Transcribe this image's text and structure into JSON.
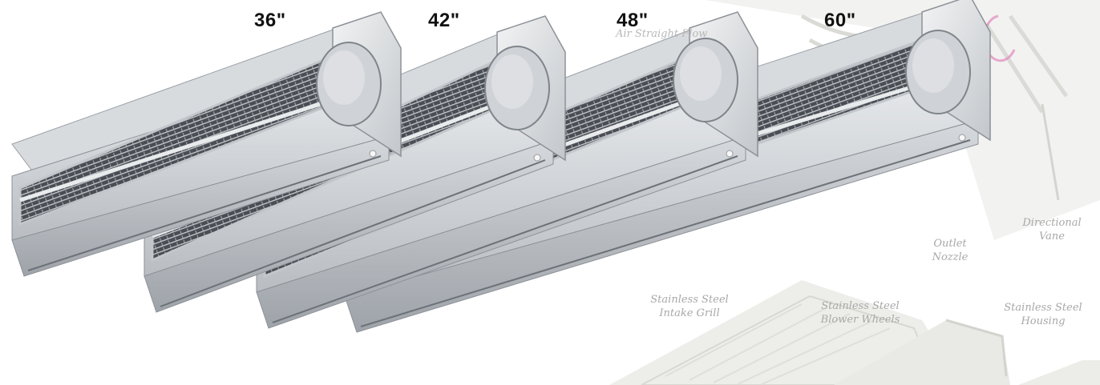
{
  "sizes": [
    "36\"",
    "42\"",
    "48\"",
    "60\""
  ],
  "diagram_labels": {
    "outlet_nozzle": "Outlet\nNozzle",
    "directional_vane": "Directional\nVane",
    "stainless_steel_intake_grill": "Stainless Steel\nIntake Grill",
    "stainless_steel_blower_wheels": "Stainless Steel\nBlower Wheels",
    "stainless_steel_housing": "Stainless Steel\nHousing",
    "top_faded": "Air Straight Flow"
  },
  "colors": {
    "steel_light": "#e4e6e8",
    "steel_mid": "#c9ccd0",
    "steel_dark": "#8d9298",
    "grill": "#3a3d42",
    "diagram_ghost": "#d8d8d4",
    "accent_pink": "#e07ab5"
  }
}
